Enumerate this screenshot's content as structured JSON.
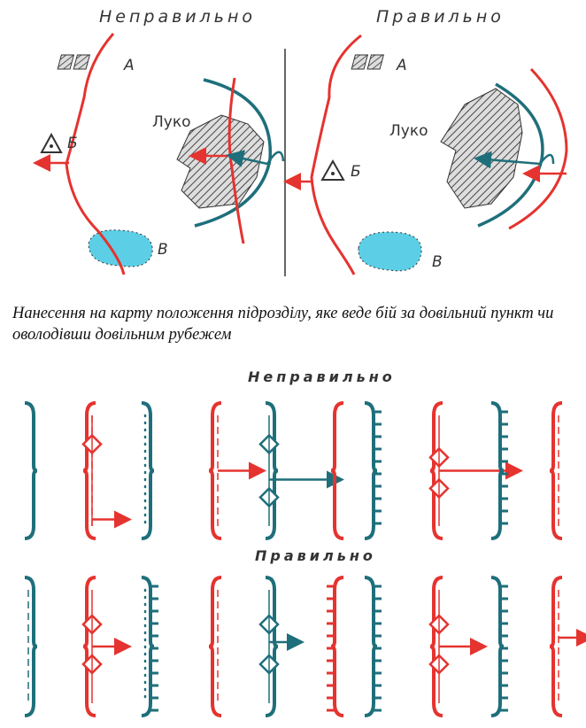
{
  "top_figure": {
    "wrong_label": "Неправильно",
    "right_label": "Правильно",
    "point_a": "А",
    "point_b": "Б",
    "point_v": "В",
    "village": "Луко"
  },
  "caption": "Нанесення на карту положення підрозділу, яке веде бій за довільний пункт чи оволодівши довільним рубежем",
  "bottom_figure": {
    "wrong_label": "Неправильно",
    "right_label": "Правильно"
  },
  "colors": {
    "red": "#e5332f",
    "teal": "#1e6f7b",
    "water": "#5ccfe6",
    "hatch": "#555555"
  }
}
